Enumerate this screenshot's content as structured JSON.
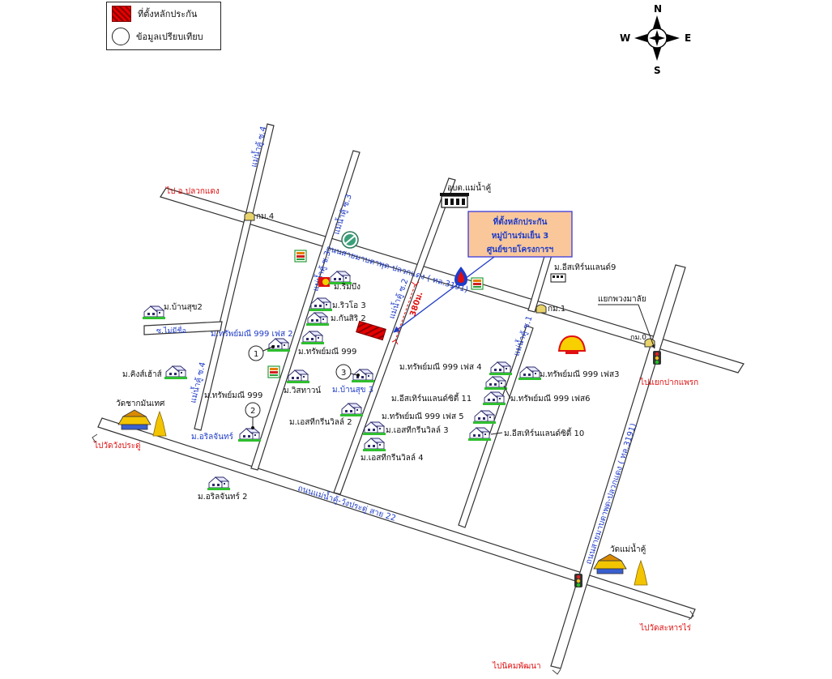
{
  "legend": {
    "property_label": "ที่ตั้งหลักประกัน",
    "comparison_label": "ข้อมูลเปรียบเทียบ"
  },
  "compass": {
    "n": "N",
    "s": "S",
    "e": "E",
    "w": "W"
  },
  "property_box": {
    "line1": "ที่ตั้งหลักประกัน",
    "line2": "หมู่บ้านร่มเย็น 3",
    "line3": "ศูนย์ขายโครงการฯ"
  },
  "distance_label": "380ม.",
  "roads": {
    "main_road_1": "ถนนสายมาบตาพุด-ปลวกแดง ( ทล.3191)",
    "main_road_2": "ถนนแม่น้ำคู้-วังประดู่ สาย 22",
    "main_road_3": "ถนนสายมาบตาพุด-ปลวกแดง ( ทล.3191)",
    "soi_4_top": "แม่น้ำคู้ ซ.4",
    "soi_3": "แม่น้ำคู้ ซ.3",
    "soi_3_lower": "แม่น้ำคู้ ซ.3",
    "soi_2": "แม่น้ำคู้ ซ.2",
    "soi_1": "แม่น้ำคู้ ซ.1",
    "soi_4_lower": "แม่น้ำคู้ ซ.4",
    "soi_mai_mee_chue": "ซ.ไม่มีชื่อ"
  },
  "destinations": {
    "to_pluak_daeng": "ไป อ.ปลวกแดง",
    "to_wat_wang_pradu": "ไปวัดวังประดู่",
    "to_yaek_pak_phraek": "ไปแยกปากแพรก",
    "to_wat_sa_han_rai": "ไปวัดสะหารไร่",
    "to_nikom_pattana": "ไปนิคมพัฒนา"
  },
  "landmarks": {
    "obt": "อบต.แม่น้ำคู้",
    "km4": "กม.4",
    "km1": "กม.1",
    "km0": "กม.0",
    "yaek_phuang_malai": "แยกพวงมาลัย",
    "wat_chak_mon": "วัดชากมันเทศ",
    "wat_mae_nam_khu": "วัดแม่น้ำคู้",
    "eastern_land_9": "ม.อีสเทิร์นแลนด์9"
  },
  "villages": {
    "rim_bueng": "ม.ริมบึง",
    "rivo3": "ม.ริวโอ 3",
    "kansiri2": "ม.กันสิริ 2",
    "sap999_phase2": "ม.ทรัพย์มณี 999 เฟส 2",
    "sap999_a": "ม.ทรัพย์มณี 999",
    "ban_suk2": "ม.บ้านสุข2",
    "king_house": "ม.คิงส์เฮ้าส์",
    "sap999_b": "ม.ทรัพย์มณี 999",
    "visitown": "ม.วิสทาวน์",
    "ban_suk3": "ม.บ้านสุข 3",
    "eastgreen2": "ม.เอสทีกรีนวิลล์ 2",
    "eastgreen3": "ม.เอสทีกรีนวิลล์ 3",
    "eastgreen4": "ม.เอสทีกรีนวิลล์ 4",
    "orawan": "ม.อริลจันทร์",
    "orawan2": "ม.อริลจันทร์ 2",
    "sap999_phase4": "ม.ทรัพย์มณี 999 เฟส 4",
    "sap999_phase3": "ม.ทรัพย์มณี 999 เฟส3",
    "eastern_city11": "ม.อีสเทิร์นแลนด์ซิตี้ 11",
    "sap999_phase6": "ม.ทรัพย์มณี 999 เฟส6",
    "sap999_phase5": "ม.ทรัพย์มณี 999 เฟส 5",
    "eastern_city10": "ม.อีสเทิร์นแลนด์ซิตี้ 10"
  },
  "markers": {
    "m1": "1",
    "m2": "2",
    "m3": "3"
  },
  "colors": {
    "road_fill": "#ffffff",
    "road_edge": "#333333",
    "road_label": "#1f3cc8",
    "destination": "#e01010",
    "property": "#e60000",
    "callout_fill": "#f9c79a",
    "callout_border": "#3a3adb"
  }
}
